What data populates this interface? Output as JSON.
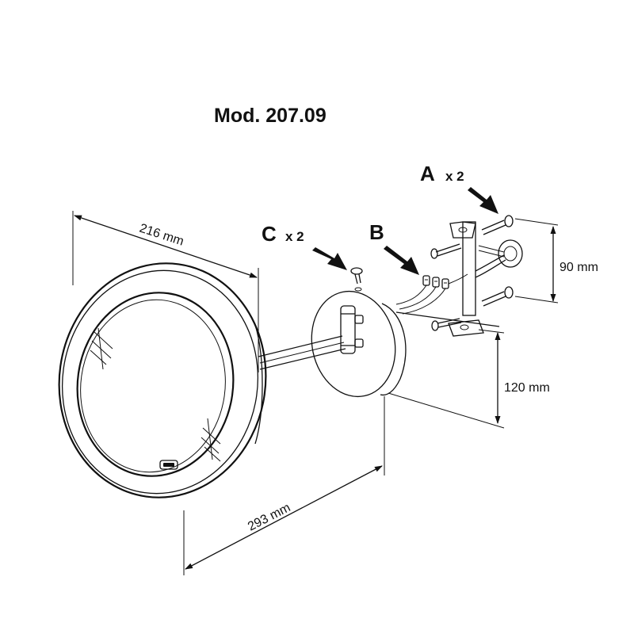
{
  "title": "Mod. 207.09",
  "labels": {
    "a": {
      "letter": "A",
      "count": "x 2"
    },
    "b": {
      "letter": "B"
    },
    "c": {
      "letter": "C",
      "count": "x 2"
    }
  },
  "dimensions": {
    "mirror_diameter": "216 mm",
    "projection": "293 mm",
    "bracket_height": "90 mm",
    "base_height": "120 mm"
  }
}
